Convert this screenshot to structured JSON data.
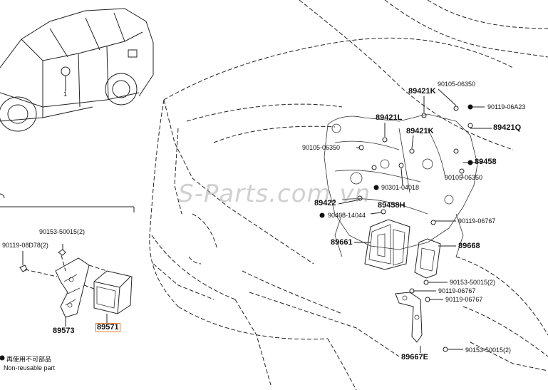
{
  "watermark": "S-Parts.com.vn",
  "callouts": {
    "view_marker": "1"
  },
  "labels": {
    "p89421K_top": "89421K",
    "p90105_06350_top": "90105-06350",
    "p90119_06A23": "90119-06A23",
    "p89421L": "89421L",
    "p89421Q": "89421Q",
    "p89421K_mid": "89421K",
    "p90105_06350_left": "90105-06350",
    "p89458": "89458",
    "p90105_06350_right": "90105-06350",
    "p90301_04018": "90301-04018",
    "p89422": "89422",
    "p89458H": "89458H",
    "p90468_14044": "90468-14044",
    "p90119_06767_a": "90119-06767",
    "p89661": "89661",
    "p89668": "89668",
    "p90153_50015_right": "90153-50015(2)",
    "p90119_06767_b": "90119-06767",
    "p90119_06767_c": "90119-06767",
    "p89667E": "89667E",
    "p90153_50015_bottom": "90153-50015(2)",
    "p90153_50015_left": "90153-50015(2)",
    "p90119_08D78": "90119-08D78(2)",
    "p89573": "89573",
    "p89571": "89571"
  },
  "legend": {
    "line1": "再使用不可部品",
    "line2": "Non-reusable part"
  },
  "colors": {
    "highlight_box": "#e07a2c",
    "line": "#222222"
  }
}
